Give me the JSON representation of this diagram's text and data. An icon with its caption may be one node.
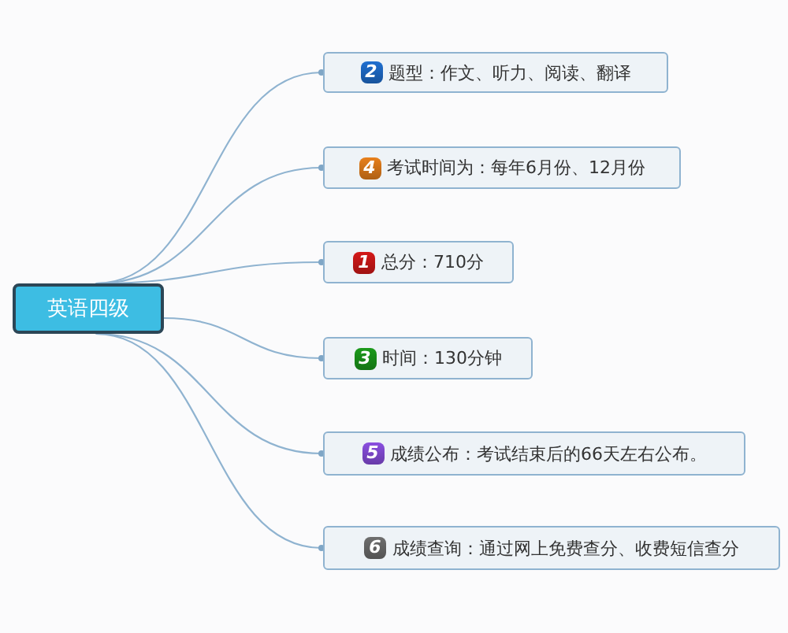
{
  "diagram": {
    "nodes": [
      {
        "text": [
          "英语四级"
        ]
      },
      {
        "text": [
          "2",
          "题型：作文、听力、阅读、翻译"
        ]
      },
      {
        "text": [
          "4",
          "考试时间为：每年6月份、12月份"
        ]
      },
      {
        "text": [
          "1",
          "总分：710分"
        ]
      },
      {
        "text": [
          "3",
          "时间：130分钟"
        ]
      },
      {
        "text": [
          "5",
          "成绩公布：考试结束后的66天左右公布。"
        ]
      },
      {
        "text": [
          "6",
          "成绩查询：通过网上免费查分、收费短信查分"
        ]
      }
    ],
    "edges": [
      {
        "from": 0,
        "to": 1,
        "arrow": "other"
      },
      {
        "from": 0,
        "to": 2,
        "arrow": "other"
      },
      {
        "from": 0,
        "to": 3,
        "arrow": "other"
      },
      {
        "from": 0,
        "to": 4,
        "arrow": "other"
      },
      {
        "from": 0,
        "to": 5,
        "arrow": "other"
      },
      {
        "from": 0,
        "to": 6,
        "arrow": "other"
      }
    ]
  }
}
